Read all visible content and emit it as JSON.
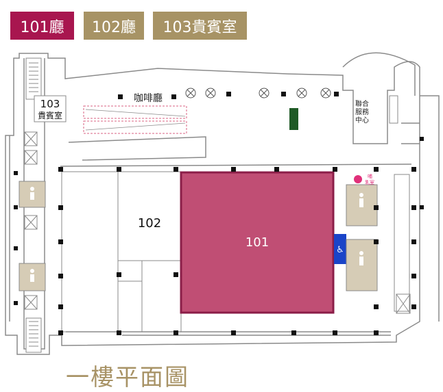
{
  "tabs": [
    {
      "label": "101廳",
      "color": "#a8164f",
      "active": true
    },
    {
      "label": "102廳",
      "color": "#a79365",
      "active": false
    },
    {
      "label": "103貴賓室",
      "color": "#a79365",
      "active": false
    }
  ],
  "floor_plan": {
    "title": "一樓平面圖",
    "rooms": {
      "hall_101": {
        "label": "101",
        "color": "#c04e74"
      },
      "hall_102": {
        "label": "102"
      },
      "vip_103": {
        "label": "103",
        "sublabel": "貴賓室"
      },
      "cafe": {
        "label": "咖啡廳"
      },
      "service_center": {
        "lines": [
          "聯合",
          "服務",
          "中心"
        ]
      },
      "nursing_room": {
        "lines": [
          "哺",
          "乳室"
        ],
        "color": "#e0307a"
      }
    },
    "colors": {
      "wall": "#8a8a8a",
      "restroom": "#d6ccb6",
      "pillar": "#111111",
      "planter": "#1f5a26",
      "accessible": "#1a44c8",
      "title": "#a89366"
    },
    "icons": [
      "restroom-icon",
      "accessible-icon",
      "elevator-icon",
      "escalator-icon",
      "stairs-icon",
      "nursing-room-icon"
    ]
  }
}
